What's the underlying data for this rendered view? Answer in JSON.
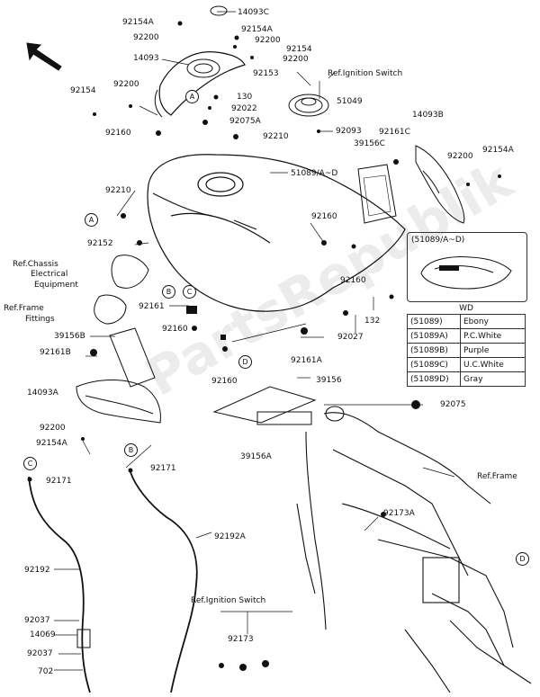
{
  "watermark": "PartsRepublik",
  "callouts": [
    {
      "id": "14093C",
      "text": "14093C"
    },
    {
      "id": "92154A_top",
      "text": "92154A"
    },
    {
      "id": "92200_top",
      "text": "92200"
    },
    {
      "id": "92154A_b",
      "text": "92154A"
    },
    {
      "id": "92200_b",
      "text": "92200"
    },
    {
      "id": "92154_b",
      "text": "92154"
    },
    {
      "id": "14093",
      "text": "14093"
    },
    {
      "id": "92200_c",
      "text": "92200"
    },
    {
      "id": "92153",
      "text": "92153"
    },
    {
      "id": "92154_l",
      "text": "92154"
    },
    {
      "id": "92200_l",
      "text": "92200"
    },
    {
      "id": "51049",
      "text": "51049"
    },
    {
      "id": "130",
      "text": "130"
    },
    {
      "id": "92022",
      "text": "92022"
    },
    {
      "id": "92075A",
      "text": "92075A"
    },
    {
      "id": "92093",
      "text": "92093"
    },
    {
      "id": "14093B",
      "text": "14093B"
    },
    {
      "id": "92160_l",
      "text": "92160"
    },
    {
      "id": "92210_top",
      "text": "92210"
    },
    {
      "id": "39156C",
      "text": "39156C"
    },
    {
      "id": "92161C",
      "text": "92161C"
    },
    {
      "id": "51089AD",
      "text": "51089/A~D"
    },
    {
      "id": "92200_r",
      "text": "92200"
    },
    {
      "id": "92154A_r",
      "text": "92154A"
    },
    {
      "id": "92210_l",
      "text": "92210"
    },
    {
      "id": "92160_m",
      "text": "92160"
    },
    {
      "id": "92152",
      "text": "92152"
    },
    {
      "id": "92160_r",
      "text": "92160"
    },
    {
      "id": "92161",
      "text": "92161"
    },
    {
      "id": "92160_b",
      "text": "92160"
    },
    {
      "id": "132",
      "text": "132"
    },
    {
      "id": "39156B",
      "text": "39156B"
    },
    {
      "id": "92027",
      "text": "92027"
    },
    {
      "id": "92161B",
      "text": "92161B"
    },
    {
      "id": "92161A",
      "text": "92161A"
    },
    {
      "id": "92160_c",
      "text": "92160"
    },
    {
      "id": "39156",
      "text": "39156"
    },
    {
      "id": "14093A",
      "text": "14093A"
    },
    {
      "id": "92075",
      "text": "92075"
    },
    {
      "id": "92200_bl",
      "text": "92200"
    },
    {
      "id": "92154A_bl",
      "text": "92154A"
    },
    {
      "id": "39156A",
      "text": "39156A"
    },
    {
      "id": "92171_l",
      "text": "92171"
    },
    {
      "id": "92171_m",
      "text": "92171"
    },
    {
      "id": "92173A",
      "text": "92173A"
    },
    {
      "id": "92192A",
      "text": "92192A"
    },
    {
      "id": "92192",
      "text": "92192"
    },
    {
      "id": "92037_a",
      "text": "92037"
    },
    {
      "id": "14069",
      "text": "14069"
    },
    {
      "id": "92037_b",
      "text": "92037"
    },
    {
      "id": "702",
      "text": "702"
    },
    {
      "id": "92173",
      "text": "92173"
    }
  ],
  "references": {
    "ignition_top": "Ref.Ignition Switch",
    "chassis": [
      "Ref.Chassis",
      "Electrical",
      "Equipment"
    ],
    "frame_fittings": [
      "Ref.Frame",
      "Fittings"
    ],
    "frame": "Ref.Frame",
    "ignition_bottom": "Ref.Ignition Switch"
  },
  "markers": [
    "A",
    "A",
    "B",
    "C",
    "D",
    "B",
    "C",
    "D"
  ],
  "inset": {
    "title": "(51089/A~D)"
  },
  "color_table": {
    "title": "WD",
    "rows": [
      {
        "code": "(51089)",
        "color": "Ebony"
      },
      {
        "code": "(51089A)",
        "color": "P.C.White"
      },
      {
        "code": "(51089B)",
        "color": "Purple"
      },
      {
        "code": "(51089C)",
        "color": "U.C.White"
      },
      {
        "code": "(51089D)",
        "color": "Gray"
      }
    ]
  }
}
